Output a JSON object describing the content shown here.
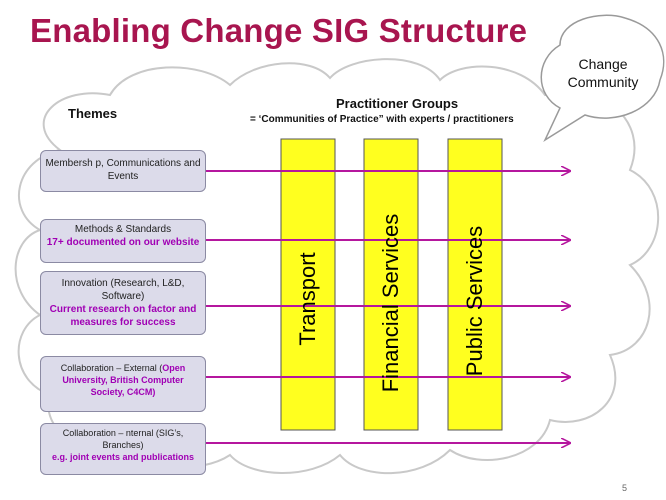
{
  "title": "Enabling Change SIG Structure",
  "callout": {
    "line1": "Change",
    "line2": "Community"
  },
  "themes_heading": "Themes",
  "practitioner_groups": {
    "heading": "Practitioner Groups",
    "subheading": "= ‘Communities of Practice” with experts / practitioners"
  },
  "themes": [
    {
      "text": "Membersh p, Communications and Events",
      "highlight": ""
    },
    {
      "text": "Methods & Standards",
      "highlight": "17+ documented on our website"
    },
    {
      "text": "Innovation (Research, L&D, Software)",
      "highlight": "Current research on factor and measures for success"
    },
    {
      "text": "Collaboration – External (",
      "highlight": "Open University, British Computer Society, C4CM)"
    },
    {
      "text": "Collaboration – nternal (SIG’s, Branches)",
      "highlight": "e.g. joint events and publications"
    }
  ],
  "columns": [
    "Transport",
    "Financial Services",
    "Public Services"
  ],
  "colors": {
    "title": "#a8154f",
    "arrow": "#b5179e",
    "column_fill": "#ffff1f",
    "cloud_stroke": "#c9c9c9",
    "theme_box": "#dcdbea"
  },
  "page_number": "5"
}
